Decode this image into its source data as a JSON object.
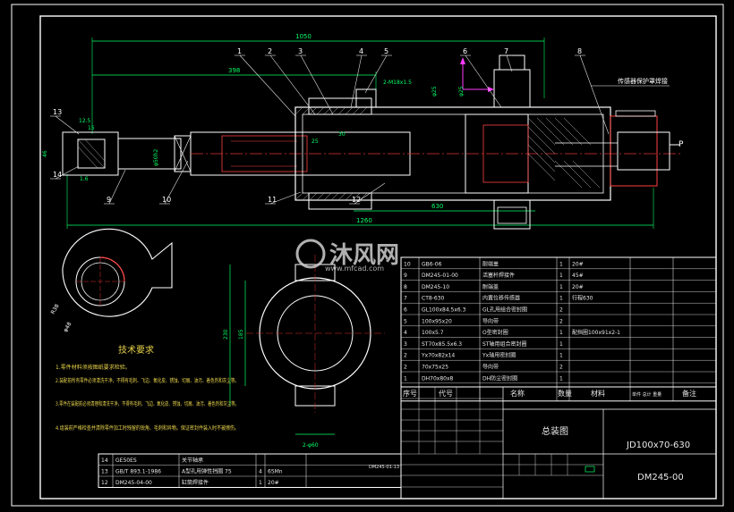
{
  "colors": {
    "background": "#000000",
    "frame": "#ffffff",
    "part": "#ffffff",
    "dimension": "#00ff66",
    "leader": "#e6e6e6",
    "section_line": "#e03030",
    "hatch": "#b8b8b8",
    "table_text": "#e8e8e8",
    "notes": "#e8d34a",
    "accent_magenta": "#ff3cff",
    "watermark": "#cfcfcf"
  },
  "balloons": [
    "1",
    "2",
    "3",
    "4",
    "5",
    "6",
    "7",
    "8",
    "9",
    "10",
    "11",
    "12",
    "13",
    "14"
  ],
  "main_view": {
    "dims": {
      "overall": "1050",
      "left_stub": "398",
      "total": "1260",
      "stroke": "630",
      "d1": "25",
      "d2": "30",
      "d3": "φ25",
      "d4": "φ25",
      "phi_rod": "φ50h2",
      "side_15": "15",
      "side_12_5": "12.5",
      "side_46": "46",
      "side_1_6": "1.6",
      "thread": "2-M18x1.5",
      "p_label": "P"
    },
    "note_callout": "传感器保护罩焊接"
  },
  "detail_views": {
    "rear_dims": [
      "230",
      "185",
      "2-φ60"
    ],
    "clevis_dims": [
      "R38",
      "φ48"
    ]
  },
  "tech_requirements": {
    "title": "技术要求",
    "items": [
      "1.零件材料须按图纸要求检验。",
      "2.装配前所有零件必须清洗干净，不得有毛刺、飞边、氧化皮、锈蚀、切屑、油污、着色剂和灰尘等。",
      "3.零件在装配前必须清理和清洗干净，不得有毛刺、飞边、氧化皮、锈蚀、切屑、油污、着色剂和灰尘等。",
      "4.组装前严格检查并清除零件加工时残留的锐角、毛刺和异物。保证密封件装入时不被擦伤。"
    ]
  },
  "parts_list": {
    "rows": [
      [
        "10",
        "GB6-06",
        "耐端盖",
        "1",
        "20#",
        ""
      ],
      [
        "9",
        "DM245-01-00",
        "活塞杆焊接件",
        "1",
        "45#",
        ""
      ],
      [
        "8",
        "DM245-10",
        "耐端盖",
        "1",
        "20#",
        ""
      ],
      [
        "7",
        "CT8-630",
        "内置位移传感器",
        "1",
        "行程630",
        ""
      ],
      [
        "6",
        "GL100x84.5x6.3",
        "GL孔用组合密封圈",
        "2",
        "",
        ""
      ],
      [
        "5",
        "100x95x20",
        "导向带",
        "2",
        "",
        ""
      ],
      [
        "4",
        "100x5.7",
        "O型密封圈",
        "1",
        "配挡圈100x91x2-1",
        ""
      ],
      [
        "3",
        "ST70x85.5x6.3",
        "ST轴用组合密封圈",
        "1",
        "",
        ""
      ],
      [
        "2",
        "Yx70x82x14",
        "Yx轴用密封圈",
        "1",
        "",
        ""
      ],
      [
        "2",
        "70x75x25",
        "导向带",
        "2",
        "",
        ""
      ],
      [
        "1",
        "DH70x80x8",
        "DH防尘密封圈",
        "1",
        "",
        ""
      ]
    ],
    "header": [
      "序号",
      "代号",
      "名称",
      "数量",
      "材料",
      "单件 总计 重量",
      "备注"
    ]
  },
  "lower_table": {
    "rows": [
      [
        "14",
        "GE50ES",
        "关节轴承",
        "",
        "",
        ""
      ],
      [
        "13",
        "GB/T 893.1-1986",
        "A型孔用弹性挡圈 75",
        "4",
        "65Mn",
        ""
      ],
      [
        "12",
        "DM245-04-00",
        "缸筒焊接件",
        "1",
        "20#",
        ""
      ]
    ],
    "gap_label": "DM245-01-13"
  },
  "title_block": {
    "drawing_name": "总装图",
    "model": "JD100x70-630",
    "drawing_no": "DM245-00"
  },
  "watermark": {
    "brand": "沐风网",
    "url": "www.mfcad.com"
  }
}
